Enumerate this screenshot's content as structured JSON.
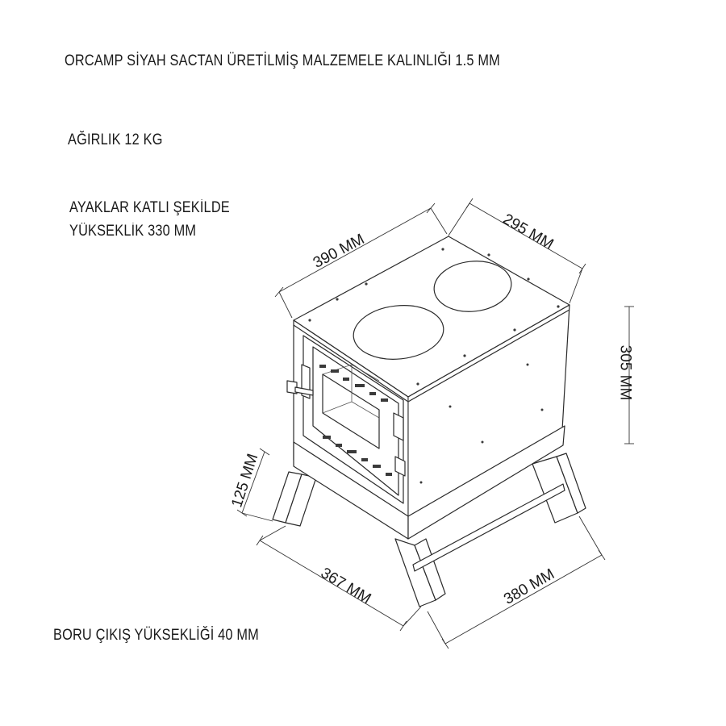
{
  "notes": {
    "material": "ORCAMP SİYAH SACTAN ÜRETİLMİŞ MALZEMELE KALINLIĞI 1.5 MM",
    "weight": "AĞIRLIK 12 KG",
    "legs_line1": "AYAKLAR KATLI ŞEKİLDE",
    "legs_line2": "YÜKSEKLİK 330 MM",
    "pipe_outlet": "BORU ÇIKIŞ YÜKSEKLİĞİ 40 MM"
  },
  "dimensions": {
    "front_width": "390 MM",
    "top_depth": "295 MM",
    "body_height": "305 MM",
    "leg_height": "125 MM",
    "leg_front_span": "367 MM",
    "leg_side_span": "380 MM"
  }
}
